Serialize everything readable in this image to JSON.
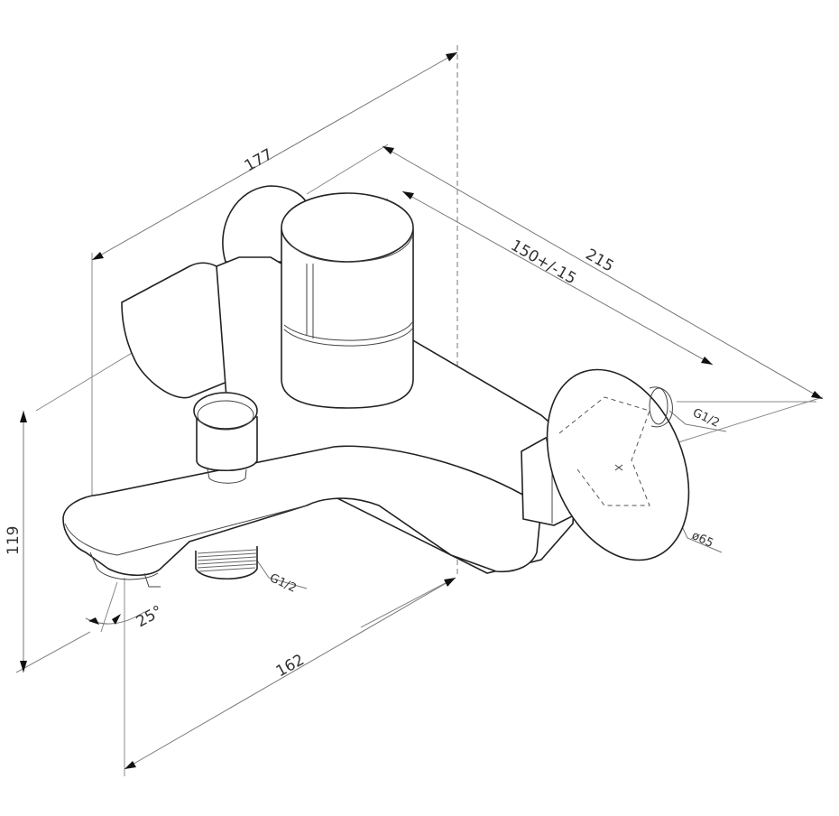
{
  "drawing": {
    "subject": "wall-mounted bath mixer faucet, isometric dimensioned drawing",
    "line_color": "#222222",
    "dimension_color": "#777777"
  },
  "dimensions": {
    "overall_depth": "177",
    "overall_projection": "215",
    "inlet_spacing": "150+/-15",
    "height": "119",
    "spout_length": "162",
    "spout_angle": "25°",
    "inlet_thread": "G1/2",
    "outlet_thread": "G1/2",
    "escutcheon_diameter": "ø65"
  }
}
